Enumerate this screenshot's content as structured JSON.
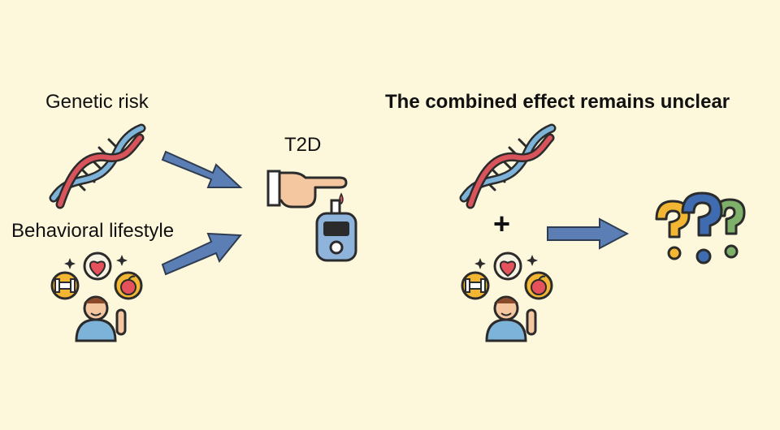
{
  "left_panel": {
    "genetic_label": "Genetic risk",
    "behavior_label": "Behavioral lifestyle",
    "outcome_label": "T2D"
  },
  "right_panel": {
    "heading": "The combined effect remains unclear",
    "operator": "+"
  },
  "colors": {
    "background": "#fdf8dc",
    "arrow_fill": "#5b7fb5",
    "arrow_stroke": "#2f3d52",
    "dna_red": "#d9535b",
    "dna_blue": "#7db3d8",
    "question_yellow": "#f2b632",
    "question_blue": "#3f6bb0",
    "question_green": "#7fb069"
  },
  "icons": [
    "dna-icon",
    "lifestyle-person-icon",
    "finger-prick-icon",
    "glucose-meter-icon",
    "question-marks-icon"
  ]
}
